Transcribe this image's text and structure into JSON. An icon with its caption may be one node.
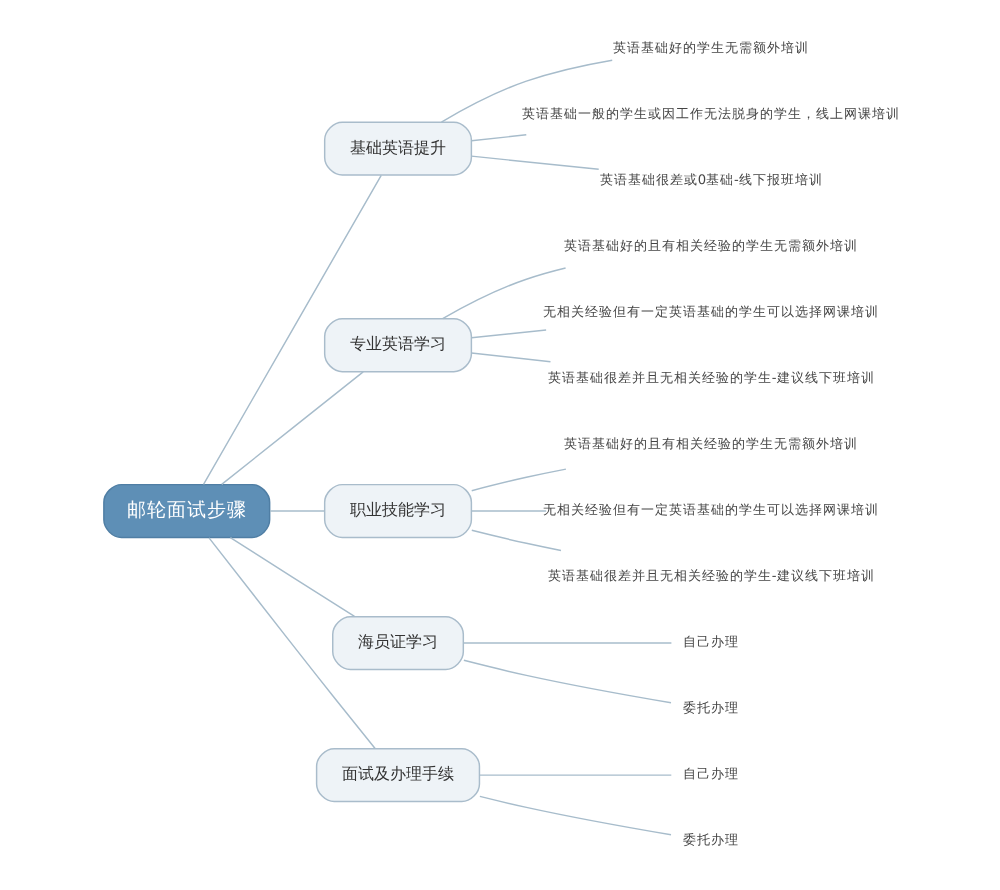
{
  "diagram": {
    "nodes": [
      {
        "text": [
          "邮轮面试步骤"
        ]
      },
      {
        "text": [
          "基础英语提升"
        ]
      },
      {
        "text": [
          "英语基础好的学生无需额外培训"
        ]
      },
      {
        "text": [
          "英语基础一般的学生或因工作无法脱身的学生，线上网课培训"
        ]
      },
      {
        "text": [
          "英语基础很差或0基础-线下报班培训"
        ]
      },
      {
        "text": [
          "专业英语学习"
        ]
      },
      {
        "text": [
          "英语基础好的且有相关经验的学生无需额外培训"
        ]
      },
      {
        "text": [
          "无相关经验但有一定英语基础的学生可以选择网课培训"
        ]
      },
      {
        "text": [
          "英语基础很差并且无相关经验的学生-建议线下班培训"
        ]
      },
      {
        "text": [
          "职业技能学习"
        ]
      },
      {
        "text": [
          "英语基础好的且有相关经验的学生无需额外培训"
        ]
      },
      {
        "text": [
          "无相关经验但有一定英语基础的学生可以选择网课培训"
        ]
      },
      {
        "text": [
          "英语基础很差并且无相关经验的学生-建议线下班培训"
        ]
      },
      {
        "text": [
          "海员证学习"
        ]
      },
      {
        "text": [
          "自己办理"
        ]
      },
      {
        "text": [
          "委托办理"
        ]
      },
      {
        "text": [
          "面试及办理手续"
        ]
      },
      {
        "text": [
          "自己办理"
        ]
      },
      {
        "text": [
          "委托办理"
        ]
      }
    ],
    "edges": [
      {
        "from": 0,
        "to": 1,
        "arrow": "none"
      },
      {
        "from": 1,
        "to": 2,
        "arrow": "none"
      },
      {
        "from": 1,
        "to": 3,
        "arrow": "none"
      },
      {
        "from": 1,
        "to": 4,
        "arrow": "none"
      },
      {
        "from": 0,
        "to": 5,
        "arrow": "none"
      },
      {
        "from": 5,
        "to": 6,
        "arrow": "none"
      },
      {
        "from": 5,
        "to": 7,
        "arrow": "none"
      },
      {
        "from": 5,
        "to": 8,
        "arrow": "none"
      },
      {
        "from": 0,
        "to": 9,
        "arrow": "none"
      },
      {
        "from": 9,
        "to": 10,
        "arrow": "none"
      },
      {
        "from": 9,
        "to": 11,
        "arrow": "none"
      },
      {
        "from": 9,
        "to": 12,
        "arrow": "none"
      },
      {
        "from": 0,
        "to": 13,
        "arrow": "none"
      },
      {
        "from": 13,
        "to": 14,
        "arrow": "none"
      },
      {
        "from": 13,
        "to": 15,
        "arrow": "none"
      },
      {
        "from": 0,
        "to": 16,
        "arrow": "none"
      },
      {
        "from": 16,
        "to": 17,
        "arrow": "none"
      },
      {
        "from": 16,
        "to": 18,
        "arrow": "none"
      }
    ]
  }
}
